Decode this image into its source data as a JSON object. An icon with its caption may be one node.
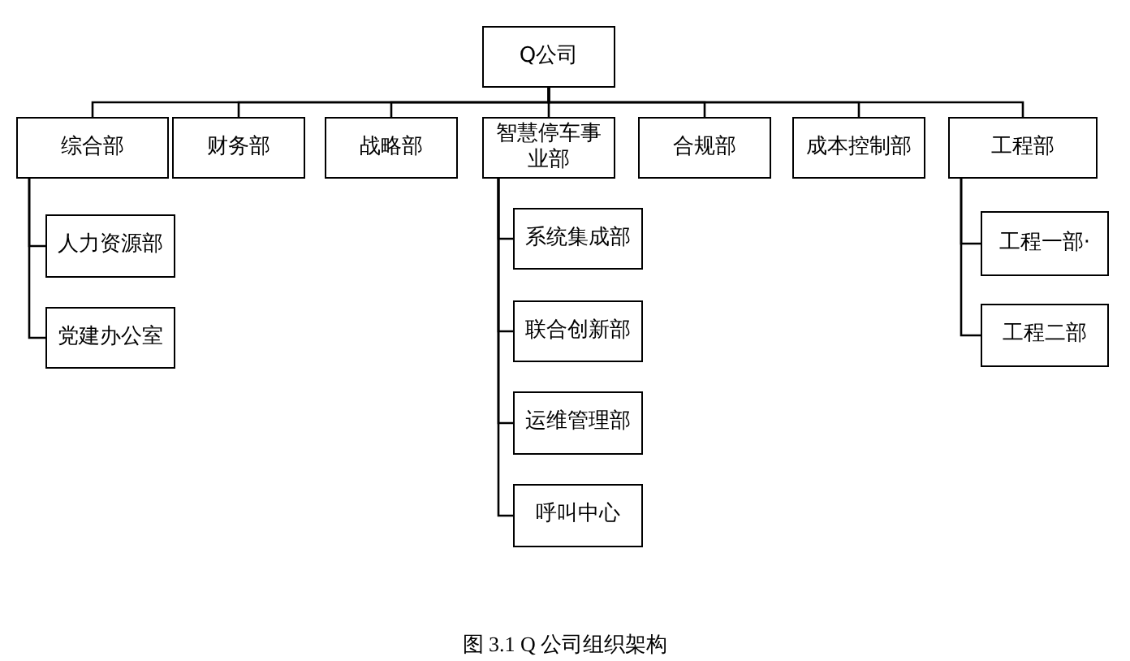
{
  "diagram": {
    "caption": "图 3.1 Q 公司组织架构",
    "nodes": [
      {
        "text": [
          "Q公司"
        ]
      },
      {
        "text": [
          "综合部"
        ]
      },
      {
        "text": [
          "人力资源部"
        ]
      },
      {
        "text": [
          "党建办公室"
        ]
      },
      {
        "text": [
          "财务部"
        ]
      },
      {
        "text": [
          "战略部"
        ]
      },
      {
        "text": [
          "智慧停车事业部"
        ]
      },
      {
        "text": [
          "系统集成部"
        ]
      },
      {
        "text": [
          "联合创新部"
        ]
      },
      {
        "text": [
          "运维管理部"
        ]
      },
      {
        "text": [
          "呼叫中心"
        ]
      },
      {
        "text": [
          "合规部"
        ]
      },
      {
        "text": [
          "成本控制部"
        ]
      },
      {
        "text": [
          "工程部"
        ]
      },
      {
        "text": [
          "工程一部·"
        ]
      },
      {
        "text": [
          "工程二部"
        ]
      }
    ],
    "edges": [
      {
        "from": 0,
        "to": 1,
        "arrow": "none"
      },
      {
        "from": 0,
        "to": 4,
        "arrow": "none"
      },
      {
        "from": 0,
        "to": 5,
        "arrow": "none"
      },
      {
        "from": 0,
        "to": 6,
        "arrow": "none"
      },
      {
        "from": 0,
        "to": 11,
        "arrow": "none"
      },
      {
        "from": 0,
        "to": 12,
        "arrow": "none"
      },
      {
        "from": 0,
        "to": 13,
        "arrow": "none"
      },
      {
        "from": 1,
        "to": 2,
        "arrow": "none"
      },
      {
        "from": 1,
        "to": 3,
        "arrow": "none"
      },
      {
        "from": 6,
        "to": 7,
        "arrow": "none"
      },
      {
        "from": 6,
        "to": 8,
        "arrow": "none"
      },
      {
        "from": 6,
        "to": 9,
        "arrow": "none"
      },
      {
        "from": 6,
        "to": 10,
        "arrow": "none"
      },
      {
        "from": 13,
        "to": 14,
        "arrow": "none"
      },
      {
        "from": 13,
        "to": 15,
        "arrow": "none"
      }
    ]
  }
}
